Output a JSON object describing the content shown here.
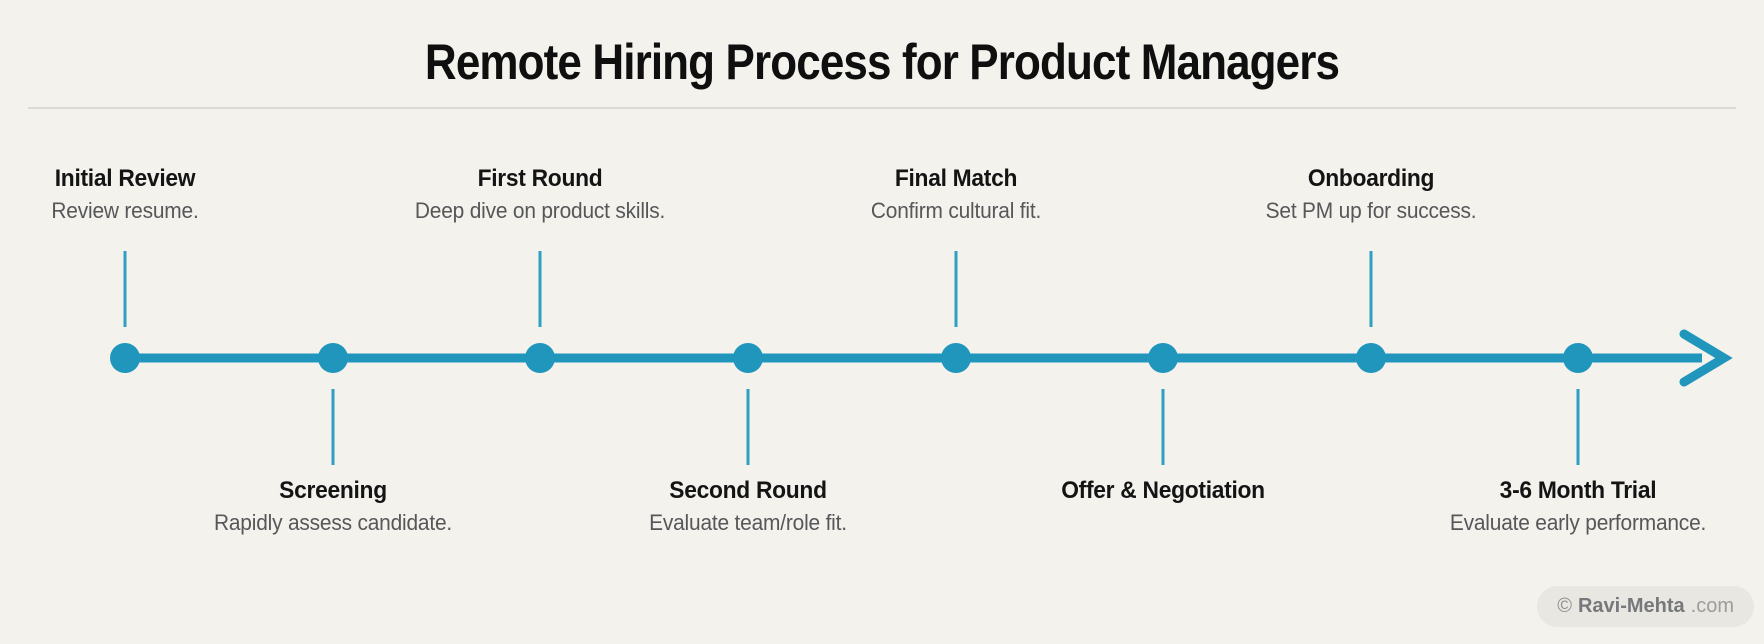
{
  "header": {
    "title": "Remote Hiring Process for Product Managers"
  },
  "timeline": {
    "type": "process-timeline",
    "direction": "left-to-right",
    "accent_color": "#2196bd",
    "milestones": [
      {
        "title": "Initial Review",
        "subtitle": "Review resume.",
        "position": "above"
      },
      {
        "title": "Screening",
        "subtitle": "Rapidly assess candidate.",
        "position": "below"
      },
      {
        "title": "First Round",
        "subtitle": "Deep dive on product skills.",
        "position": "above"
      },
      {
        "title": "Second Round",
        "subtitle": "Evaluate team/role fit.",
        "position": "below"
      },
      {
        "title": "Final Match",
        "subtitle": "Confirm cultural fit.",
        "position": "above"
      },
      {
        "title": "Offer & Negotiation",
        "subtitle": "",
        "position": "below"
      },
      {
        "title": "Onboarding",
        "subtitle": "Set PM up for success.",
        "position": "above"
      },
      {
        "title": "3-6 Month Trial",
        "subtitle": "Evaluate early performance.",
        "position": "below"
      }
    ]
  },
  "watermark": {
    "copyright_symbol": "©",
    "brand": "Ravi-Mehta",
    "domain_suffix": ".com"
  },
  "colors": {
    "background": "#f3f2ed",
    "accent": "#2196bd",
    "title_text": "#0f0f0f",
    "milestone_title_text": "#141414",
    "milestone_subtitle_text": "#575759",
    "divider": "#dbdad5",
    "watermark_background": "#e8e7e2",
    "watermark_text": "#77787b"
  }
}
